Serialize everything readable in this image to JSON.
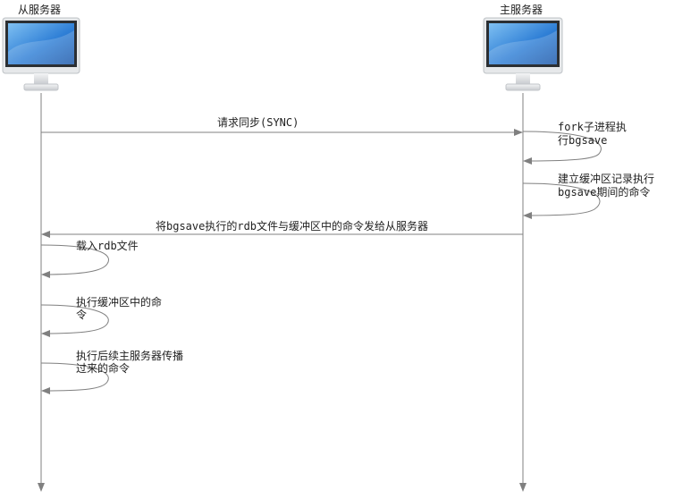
{
  "actors": {
    "slave": {
      "label": "从服务器"
    },
    "master": {
      "label": "主服务器"
    }
  },
  "messages": {
    "sync_request": "请求同步(SYNC)",
    "fork_bgsave": [
      "fork子进程执",
      "行bgsave"
    ],
    "buffer_record": [
      "建立缓冲区记录执行",
      "bgsave期间的命令"
    ],
    "send_rdb_and_buffer": "将bgsave执行的rdb文件与缓冲区中的命令发给从服务器",
    "load_rdb": "载入rdb文件",
    "exec_buffer": [
      "执行缓冲区中的命",
      "令"
    ],
    "exec_propagated": [
      "执行后续主服务器传播",
      "过来的命令"
    ]
  },
  "colors": {
    "line": "#808080",
    "text": "#222222",
    "screen_blue": "#2f7fd6",
    "monitor_body": "#e6e8ea",
    "bezel": "#2b2f33"
  }
}
